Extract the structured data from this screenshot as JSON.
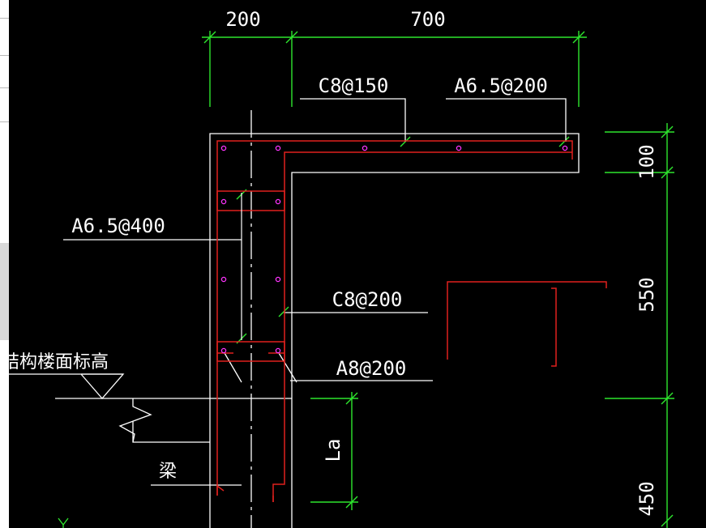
{
  "colors": {
    "background": "#000000",
    "outline": "#ffffff",
    "rebar": "#e0211d",
    "dimension": "#2ee62e",
    "rebar_dot": "#ff33ff"
  },
  "dimensions": {
    "top_left": "200",
    "top_right": "700",
    "right_upper": "100",
    "right_middle": "550",
    "right_lower": "450",
    "anchorage": "La"
  },
  "rebar_labels": {
    "top_bar_1": "C8@150",
    "top_bar_2": "A6.5@200",
    "left_stirrup": "A6.5@400",
    "vertical_bar": "C8@200",
    "lower_bar": "A8@200"
  },
  "notes": {
    "floor_elevation": "结构楼面标高",
    "beam": "梁"
  },
  "icons": {
    "axis_marker": "axis-y-marker"
  }
}
